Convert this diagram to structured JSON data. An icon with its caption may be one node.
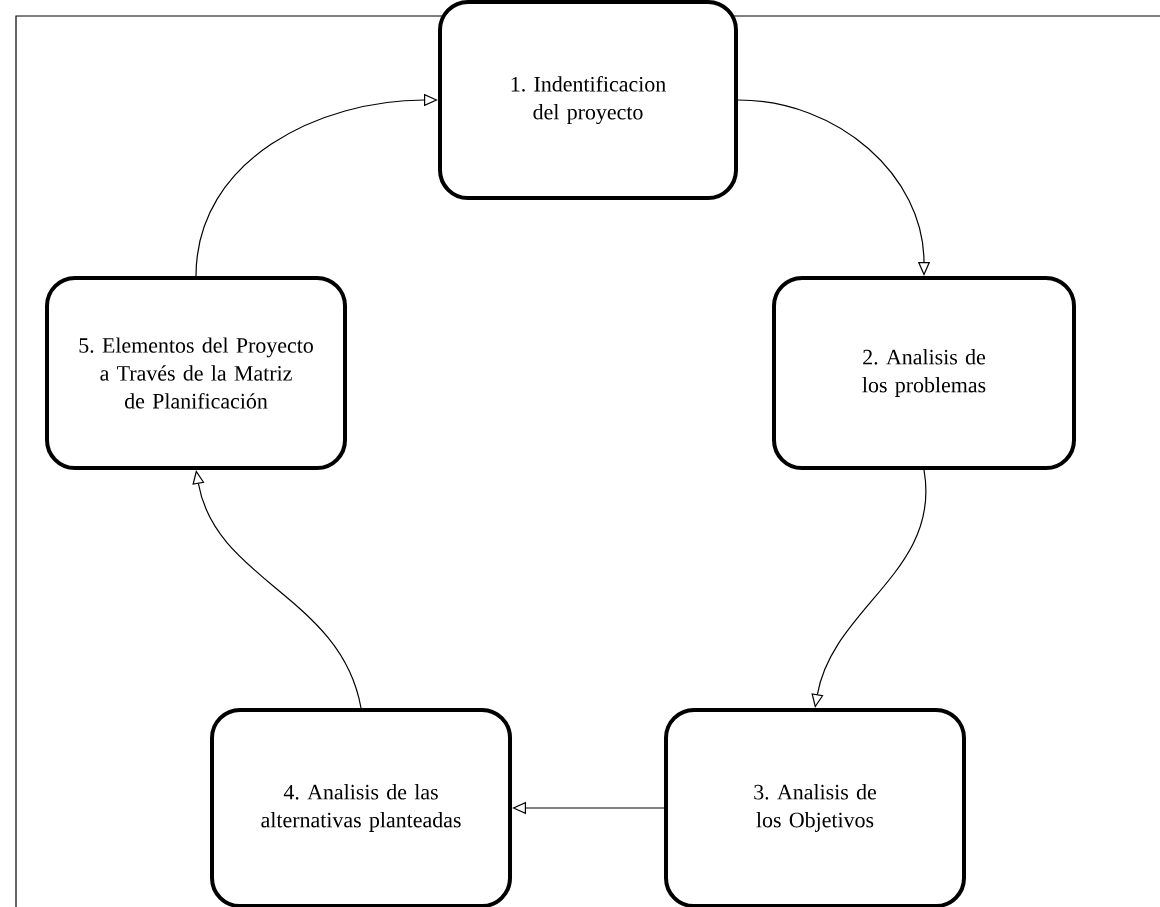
{
  "diagram": {
    "nodes": [
      {
        "text": [
          "1. Indentificacion del proyecto"
        ]
      },
      {
        "text": [
          "2. Analisis de los problemas"
        ]
      },
      {
        "text": [
          "3. Analisis de los Objetivos"
        ]
      },
      {
        "text": [
          "4. Analisis de las alternativas planteadas"
        ]
      },
      {
        "text": [
          "5. Elementos del Proyecto a Través de la Matriz de Planificación"
        ]
      }
    ],
    "edges": [
      {
        "from": 0,
        "to": 1,
        "arrow": "to"
      },
      {
        "from": 1,
        "to": 2,
        "arrow": "to"
      },
      {
        "from": 2,
        "to": 3,
        "arrow": "to"
      },
      {
        "from": 3,
        "to": 4,
        "arrow": "to"
      },
      {
        "from": 4,
        "to": 0,
        "arrow": "to"
      }
    ]
  }
}
